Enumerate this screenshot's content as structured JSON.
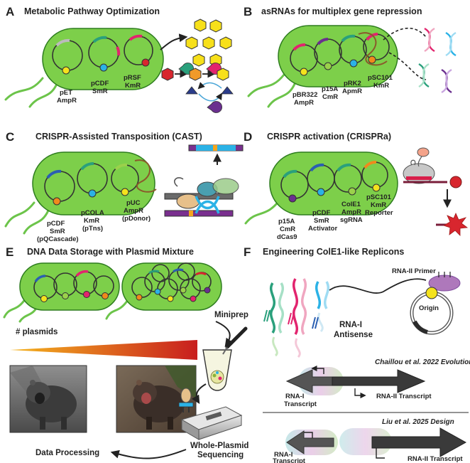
{
  "panels": {
    "A": {
      "letter": "A",
      "title": "Metabolic Pathway Optimization",
      "plasmids": [
        {
          "name": "pET",
          "marker": "AmpR"
        },
        {
          "name": "pCDF",
          "marker": "SmR"
        },
        {
          "name": "pRSF",
          "marker": "KmR"
        }
      ]
    },
    "B": {
      "letter": "B",
      "title": "asRNAs for multiplex gene repression",
      "plasmids": [
        {
          "name": "pBR322",
          "marker": "AmpR"
        },
        {
          "name": "p15A",
          "marker": "CmR"
        },
        {
          "name": "pRK2",
          "marker": "ApmR"
        },
        {
          "name": "pSC101",
          "marker": "KmR"
        }
      ]
    },
    "C": {
      "letter": "C",
      "title": "CRISPR-Assisted Transposition (CAST)",
      "plasmids": [
        {
          "name": "pCDF",
          "marker": "SmR",
          "role": "(pQCascade)"
        },
        {
          "name": "pCOLA",
          "marker": "KmR",
          "role": "(pTns)"
        },
        {
          "name": "pUC",
          "marker": "AmpR",
          "role": "(pDonor)"
        }
      ]
    },
    "D": {
      "letter": "D",
      "title": "CRISPR activation (CRISPRa)",
      "plasmids": [
        {
          "name": "p15A",
          "marker": "CmR",
          "role": "dCas9"
        },
        {
          "name": "pCDF",
          "marker": "SmR",
          "role": "Activator"
        },
        {
          "name": "ColE1",
          "marker": "AmpR",
          "role": "sgRNA"
        },
        {
          "name": "pSC101",
          "marker": "KmR",
          "role": "Reporter"
        }
      ]
    },
    "E": {
      "letter": "E",
      "title": "DNA Data Storage with Plasmid Mixture",
      "gradient_label": "# plasmids",
      "miniprep": "Miniprep",
      "sequencing_line1": "Whole-Plasmid",
      "sequencing_line2": "Sequencing",
      "processing": "Data Processing"
    },
    "F": {
      "letter": "F",
      "title": "Engineering ColE1-like Replicons",
      "primer": "RNA-II Primer",
      "origin": "Origin",
      "antisense_line1": "RNA-I",
      "antisense_line2": "Antisense",
      "ref1": "Chaillou et al. 2022 Evolution",
      "ref2": "Liu et al. 2025 Design",
      "rna1_line1": "RNA-I",
      "rna1_line2": "Transcript",
      "rna2": "RNA-II Transcript"
    }
  },
  "colors": {
    "cell": "#7dcf4a",
    "cell_border": "#2e7d1f",
    "flagella": "#6cc44a",
    "gradient_start": "#f5b51e",
    "gradient_end": "#c81e1e",
    "hexagon": "#f7e01a",
    "red_hex": "#d8262e",
    "orange_hex": "#f19a2a",
    "arrow_dark": "#3a3a3a",
    "plasmid_orange": "#f08a1c",
    "plasmid_yellow": "#f4e21d",
    "plasmid_pink": "#e2246e",
    "plasmid_teal": "#2aa07c",
    "plasmid_blue": "#2b5fb2",
    "plasmid_purple": "#6a2f8f",
    "plasmid_lime": "#9bd14b",
    "plasmid_cyan": "#2bb2e6"
  },
  "icons": [
    "hexagon-icon",
    "pacman-enzyme-icon",
    "dna-helix-icon",
    "dcas9-icon",
    "reporter-protein-icon",
    "microtube-icon",
    "nanopore-sequencer-icon",
    "photo-grayscale",
    "photo-color"
  ]
}
